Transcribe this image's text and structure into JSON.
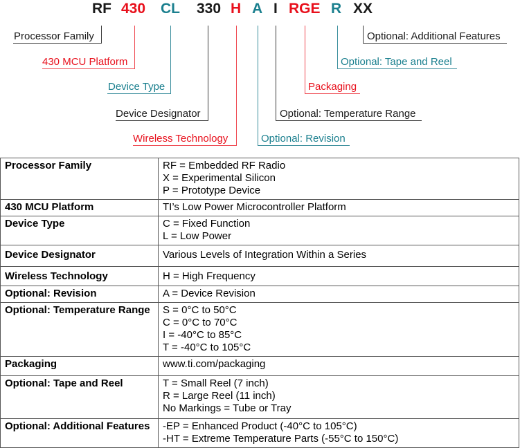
{
  "part_number": {
    "segments": [
      {
        "code": "RF",
        "color": "#000000"
      },
      {
        "code": "430",
        "color": "#e8101c"
      },
      {
        "code": "CL",
        "color": "#1a7f8e"
      },
      {
        "code": "330",
        "color": "#000000"
      },
      {
        "code": "H",
        "color": "#e8101c"
      },
      {
        "code": "A",
        "color": "#1a7f8e"
      },
      {
        "code": "I",
        "color": "#000000"
      },
      {
        "code": "RGE",
        "color": "#e8101c"
      },
      {
        "code": "R",
        "color": "#1a7f8e"
      },
      {
        "code": "XX",
        "color": "#000000"
      }
    ]
  },
  "callouts": [
    "Processor Family",
    "430 MCU Platform",
    "Device Type",
    "Device Designator",
    "Wireless Technology",
    "Optional: Revision",
    "Optional: Temperature Range",
    "Packaging",
    "Optional: Tape and Reel",
    "Optional: Additional Features"
  ],
  "table": {
    "rows": [
      {
        "field": "Processor Family",
        "values": [
          "RF = Embedded RF Radio",
          "X = Experimental Silicon",
          "P = Prototype Device"
        ]
      },
      {
        "field": "430 MCU Platform",
        "values": [
          "TI’s Low Power Microcontroller Platform"
        ]
      },
      {
        "field": "Device Type",
        "values": [
          "C = Fixed Function",
          "L = Low Power"
        ]
      },
      {
        "field": "Device Designator",
        "values": [
          "Various Levels of Integration Within a Series"
        ]
      },
      {
        "field": "Wireless Technology",
        "values": [
          "H = High Frequency"
        ]
      },
      {
        "field": "Optional: Revision",
        "values": [
          "A = Device Revision"
        ]
      },
      {
        "field": "Optional: Temperature Range",
        "values": [
          "S = 0°C to 50°C",
          "C = 0°C to 70°C",
          "I = -40°C to 85°C",
          "T = -40°C to 105°C"
        ]
      },
      {
        "field": "Packaging",
        "values": [
          "www.ti.com/packaging"
        ]
      },
      {
        "field": "Optional: Tape and Reel",
        "values": [
          "T = Small Reel (7 inch)",
          "R = Large Reel (11 inch)",
          "No Markings = Tube or Tray"
        ]
      },
      {
        "field": "Optional: Additional Features",
        "values": [
          "-EP = Enhanced Product (-40°C to 105°C)",
          "-HT = Extreme Temperature Parts (-55°C to 150°C)"
        ]
      }
    ]
  }
}
